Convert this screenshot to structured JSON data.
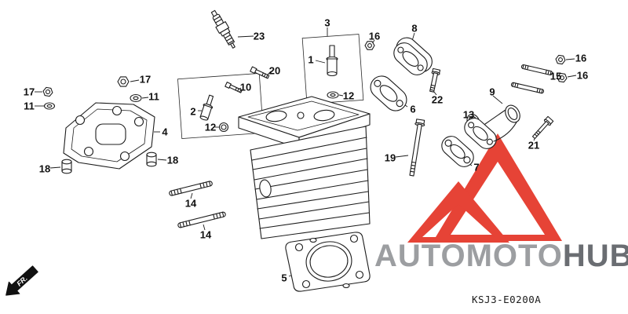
{
  "diagram": {
    "code": "KSJ3-E0200A",
    "front_marker": "FR."
  },
  "watermark": {
    "text_primary": "AUTOMOTO",
    "text_secondary": "HUB",
    "triangle_color": "#e5392c",
    "text_color_primary": "#97999d",
    "text_color_secondary": "#63666b"
  },
  "callouts": [
    {
      "label": "23"
    },
    {
      "label": "3"
    },
    {
      "label": "1"
    },
    {
      "label": "16"
    },
    {
      "label": "8"
    },
    {
      "label": "20"
    },
    {
      "label": "10"
    },
    {
      "label": "12"
    },
    {
      "label": "17"
    },
    {
      "label": "11"
    },
    {
      "label": "17"
    },
    {
      "label": "11"
    },
    {
      "label": "2"
    },
    {
      "label": "12"
    },
    {
      "label": "4"
    },
    {
      "label": "18"
    },
    {
      "label": "18"
    },
    {
      "label": "14"
    },
    {
      "label": "14"
    },
    {
      "label": "5"
    },
    {
      "label": "6"
    },
    {
      "label": "22"
    },
    {
      "label": "19"
    },
    {
      "label": "7"
    },
    {
      "label": "13"
    },
    {
      "label": "9"
    },
    {
      "label": "21"
    },
    {
      "label": "15"
    },
    {
      "label": "16"
    },
    {
      "label": "16"
    }
  ]
}
